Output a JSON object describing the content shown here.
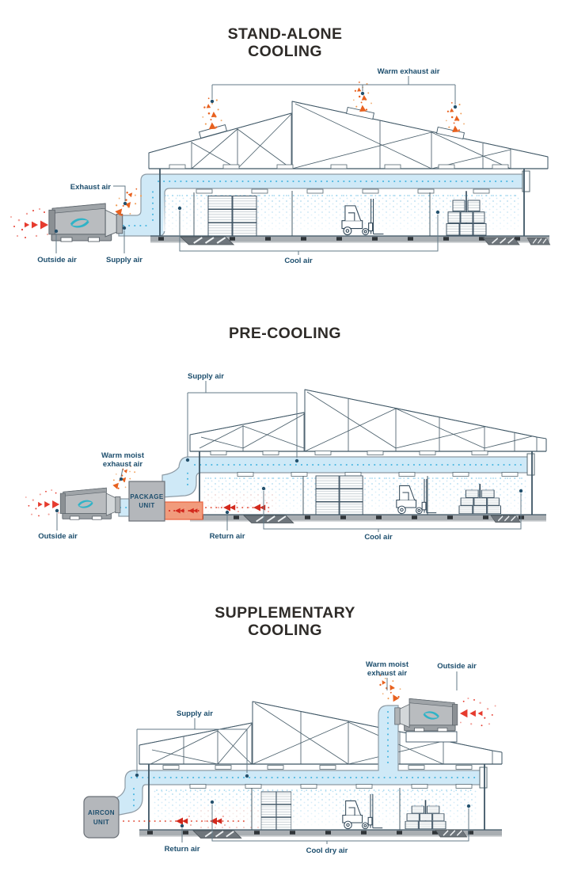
{
  "page": {
    "background": "#ffffff"
  },
  "colors": {
    "label_navy": "#1d4e6d",
    "title_charcoal": "#2e2b28",
    "duct_blue": "#cfe9f7",
    "cyan_dots": "#45b5e0",
    "falling_air_blue": "#9fd2ec",
    "warm_orange": "#e8611f",
    "hot_red": "#e63b2e",
    "return_salmon": "#f19b7c",
    "unit_gray": "#b9bcbf",
    "outline_slate": "#3e5665",
    "brand_teal": "#2fb3c7"
  },
  "sections": [
    {
      "id": "stand-alone-cooling",
      "title": "STAND-ALONE COOLING",
      "labels": {
        "warm_exhaust_air": "Warm exhaust air",
        "exhaust_air": "Exhaust air",
        "outside_air": "Outside air",
        "supply_air": "Supply air",
        "cool_air": "Cool air"
      }
    },
    {
      "id": "pre-cooling",
      "title": "PRE-COOLING",
      "labels": {
        "supply_air": "Supply air",
        "warm_moist_line1": "Warm moist",
        "warm_moist_line2": "exhaust air",
        "package_unit_line1": "PACKAGE",
        "package_unit_line2": "UNIT",
        "outside_air": "Outside air",
        "return_air": "Return air",
        "cool_air": "Cool air"
      }
    },
    {
      "id": "supplementary-cooling",
      "title": "SUPPLEMENTARY COOLING",
      "labels": {
        "warm_moist_line1": "Warm moist",
        "warm_moist_line2": "exhaust air",
        "outside_air": "Outside air",
        "supply_air": "Supply air",
        "aircon_unit_line1": "AIRCON",
        "aircon_unit_line2": "UNIT",
        "return_air": "Return air",
        "cool_dry_air": "Cool dry air"
      }
    }
  ]
}
